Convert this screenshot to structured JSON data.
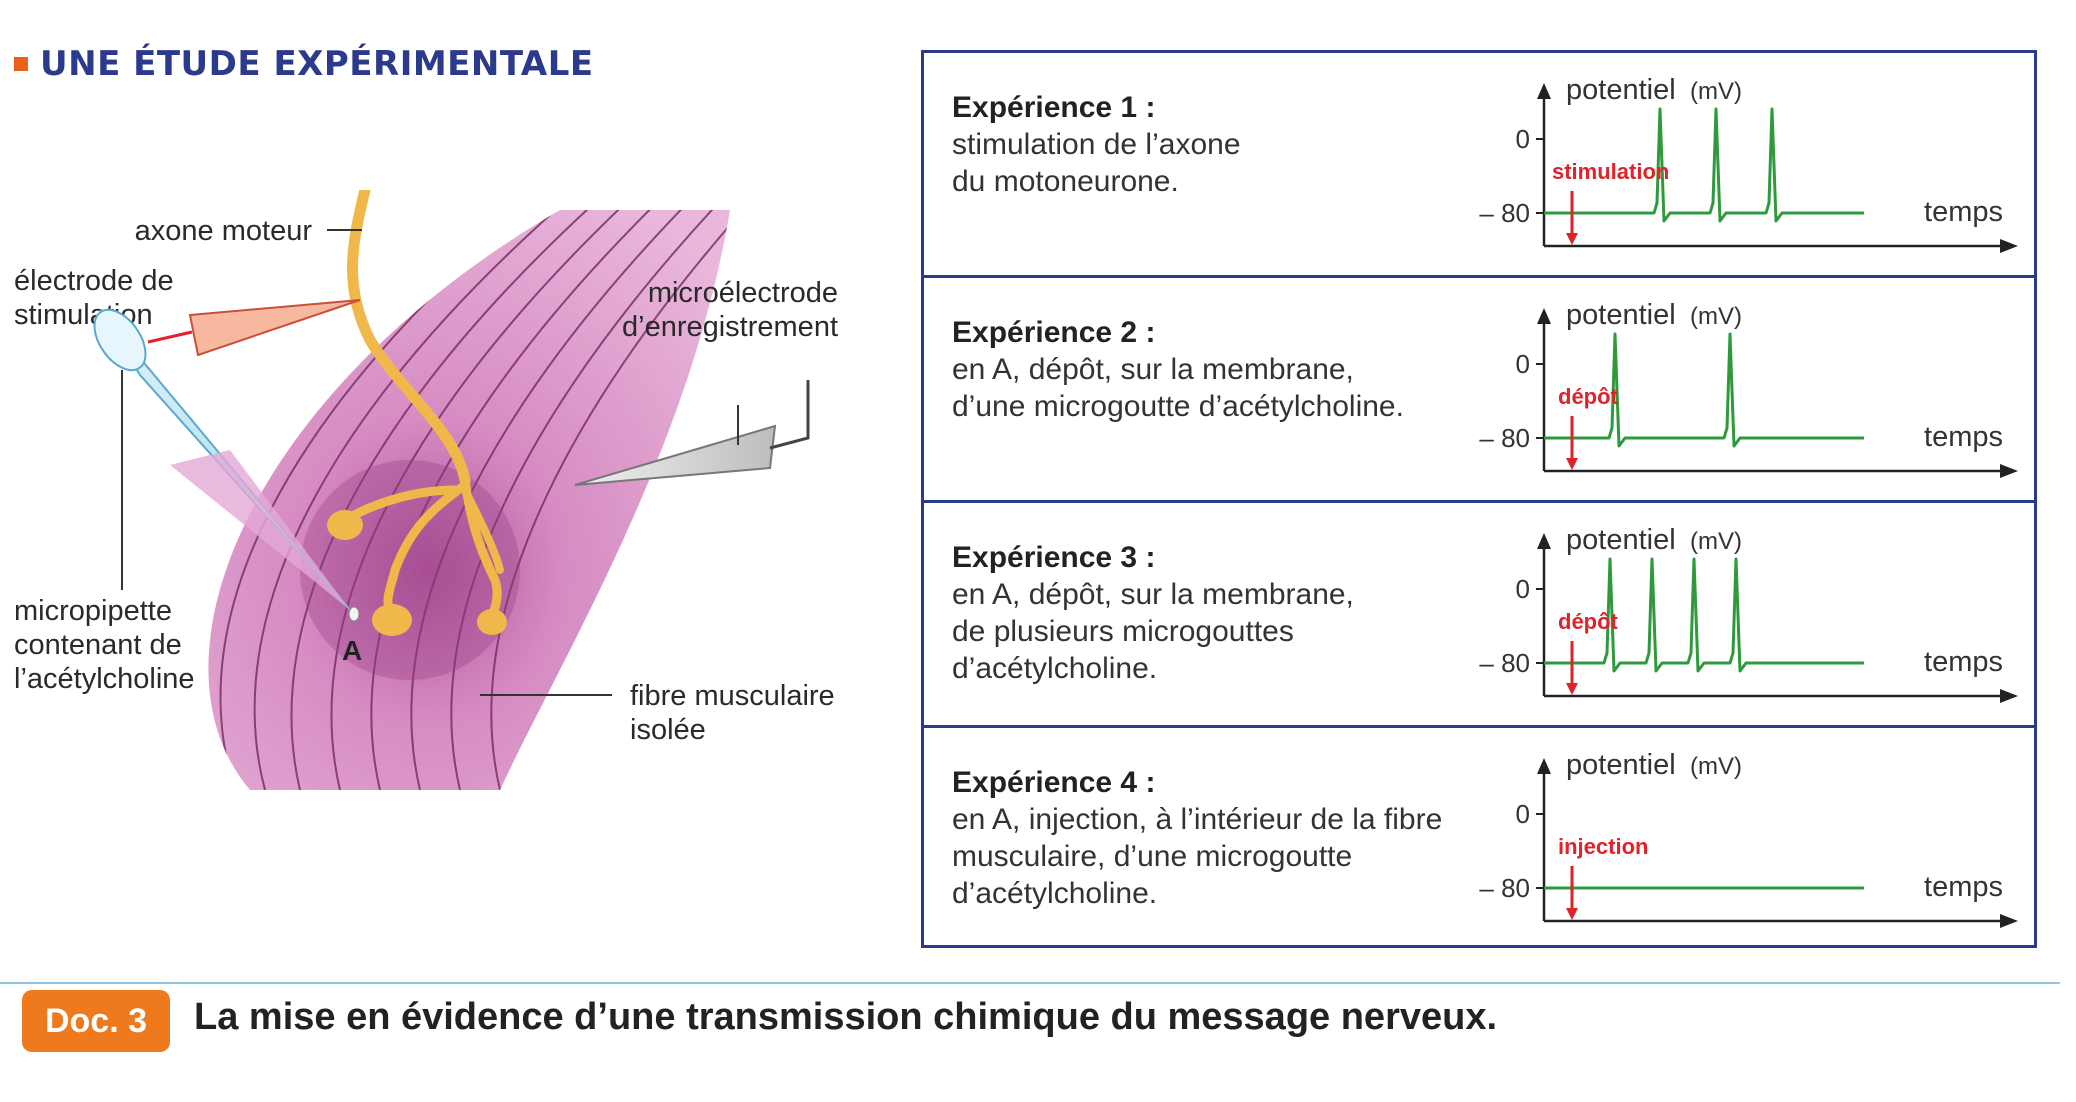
{
  "section": {
    "title": "UNE ÉTUDE EXPÉRIMENTALE"
  },
  "illustration": {
    "labels": {
      "axon": "axone moteur",
      "stim_electrode": [
        "électrode de",
        "stimulation"
      ],
      "rec_electrode": [
        "microélectrode",
        "d’enregistrement"
      ],
      "pipette": [
        "micropipette",
        "contenant de",
        "l’acétylcholine"
      ],
      "point": "A",
      "fiber": [
        "fibre musculaire",
        "isolée"
      ]
    }
  },
  "experiments": [
    {
      "title": "Expérience 1 :",
      "lines": [
        "stimulation de l’axone",
        "du motoneurone."
      ],
      "marker": "stimulation",
      "spikes": 3
    },
    {
      "title": "Expérience 2 :",
      "lines": [
        "en A, dépôt, sur la membrane,",
        "d’une microgoutte d’acétylcholine."
      ],
      "marker": "dépôt",
      "spikes": 2
    },
    {
      "title": "Expérience 3 :",
      "lines": [
        "en A, dépôt, sur la membrane,",
        "de plusieurs microgouttes",
        "d’acétylcholine."
      ],
      "marker": "dépôt",
      "spikes": 4
    },
    {
      "title": "Expérience 4 :",
      "lines": [
        "en A, injection, à l’intérieur de la fibre",
        "musculaire, d’une microgoutte",
        "d’acétylcholine."
      ],
      "marker": "injection",
      "spikes": 0
    }
  ],
  "graph": {
    "ylabel": "potentiel",
    "yunit": "(mV)",
    "xlabel": "temps",
    "yticks": [
      "0",
      "– 80"
    ],
    "trace_color": "#2e9a3c",
    "marker_color": "#e0232a"
  },
  "caption": {
    "badge": "Doc. 3",
    "text": "La mise en évidence d’une transmission chimique du message nerveux."
  }
}
